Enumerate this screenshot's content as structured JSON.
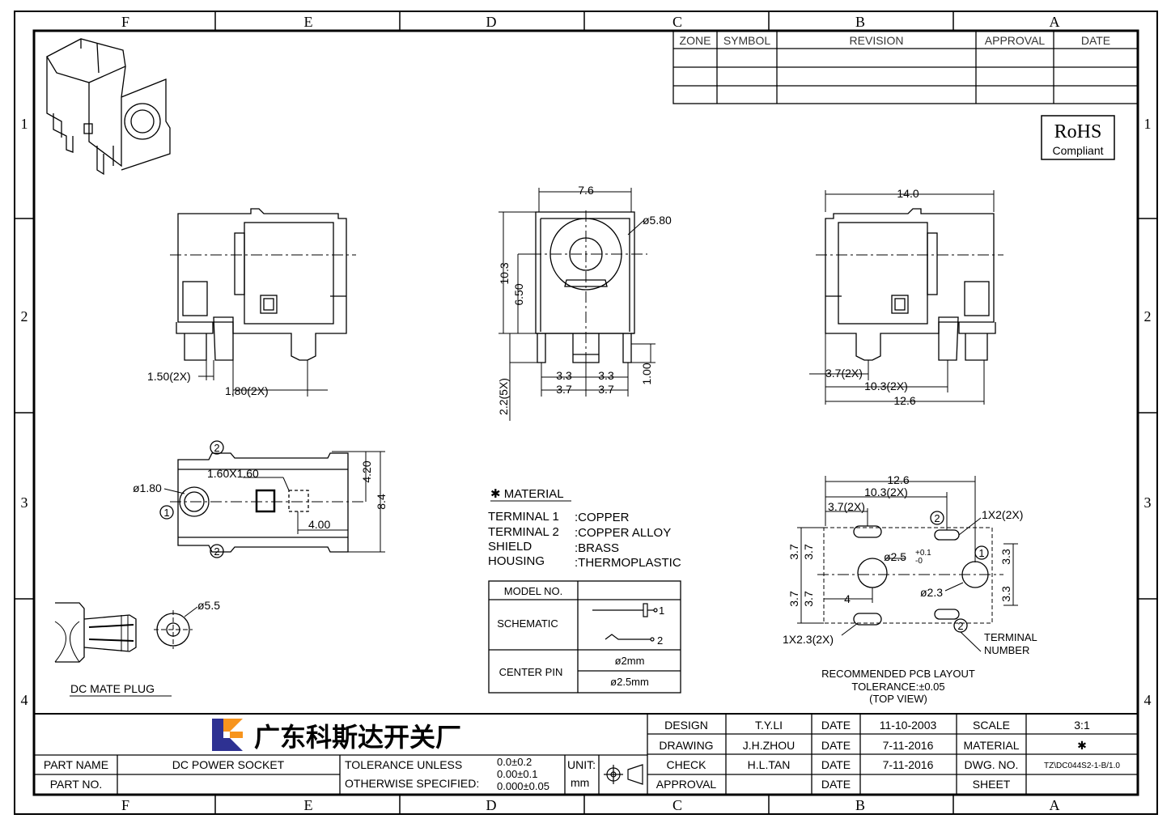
{
  "zones": {
    "cols": [
      "F",
      "E",
      "D",
      "C",
      "B",
      "A"
    ],
    "rows": [
      "1",
      "2",
      "3",
      "4"
    ]
  },
  "revision_table": {
    "headers": [
      "ZONE",
      "SYMBOL",
      "REVISION",
      "APPROVAL",
      "DATE"
    ]
  },
  "rohs": {
    "line1": "RoHS",
    "line2": "Compliant"
  },
  "views": {
    "side_left": {
      "d1": "1.50(2X)",
      "d2": "1.80(2X)"
    },
    "front": {
      "width": "7.6",
      "hole": "ø5.80",
      "height": "10.3",
      "center": "6.50",
      "pitch_a": "3.3",
      "pitch_b": "3.3",
      "span_a": "3.7",
      "span_b": "3.7",
      "pin_len": "1.00",
      "pin_depth": "2.2(5X)"
    },
    "side_right": {
      "length": "14.0",
      "d1": "3.7(2X)",
      "d2": "10.3(2X)",
      "d3": "12.6"
    },
    "bottom": {
      "pin": "ø1.80",
      "square": "1.60X1.60",
      "offset": "4.00",
      "half": "4.20",
      "full": "8.4",
      "tag1": "1",
      "tag2": "2"
    }
  },
  "material": {
    "title": "✱ MATERIAL",
    "rows": [
      {
        "part": "TERMINAL 1",
        "value": ":COPPER"
      },
      {
        "part": "TERMINAL 2",
        "value": ":COPPER ALLOY"
      },
      {
        "part": "SHIELD",
        "value": ":BRASS"
      },
      {
        "part": "HOUSING",
        "value": ":THERMOPLASTIC"
      }
    ]
  },
  "model_table": {
    "model_no": "MODEL NO.",
    "schematic": "SCHEMATIC",
    "center_pin": "CENTER PIN",
    "pin1": "ø2mm",
    "pin2": "ø2.5mm",
    "sch1": "1",
    "sch2": "2"
  },
  "mate_plug": {
    "label": "DC MATE PLUG",
    "dia": "ø5.5"
  },
  "pcb_layout": {
    "d1": "12.6",
    "d2": "10.3(2X)",
    "d3": "3.7(2X)",
    "slot1": "1X2(2X)",
    "slot2": "1X2.3(2X)",
    "hole1": "ø2.5",
    "tol_plus": "+0.1",
    "tol_minus": "-0",
    "hole2": "ø2.3",
    "v1": "3.7",
    "v2": "3.7",
    "v3": "3.3",
    "v4": "3.3",
    "h": "4",
    "terminal_line1": "TERMINAL",
    "terminal_line2": "NUMBER",
    "cap1": "RECOMMENDED PCB LAYOUT",
    "cap2": "TOLERANCE:±0.05",
    "cap3": "(TOP VIEW)"
  },
  "title_block": {
    "company": "广东科斯达开关厂",
    "part_name_label": "PART NAME",
    "part_name": "DC POWER SOCKET",
    "part_no_label": "PART NO.",
    "tol_label1": "TOLERANCE UNLESS",
    "tol_label2": "OTHERWISE SPECIFIED:",
    "tol1": "0.0±0.2",
    "tol2": "0.00±0.1",
    "tol3": "0.000±0.05",
    "unit_label": "UNIT:",
    "unit": "mm",
    "design_label": "DESIGN",
    "design": "T.Y.LI",
    "date_label": "DATE",
    "design_date": "11-10-2003",
    "scale_label": "SCALE",
    "scale": "3:1",
    "drawing_label": "DRAWING",
    "drawing": "J.H.ZHOU",
    "drawing_date": "7-11-2016",
    "material_label": "MATERIAL",
    "material": "✱",
    "check_label": "CHECK",
    "check": "H.L.TAN",
    "check_date": "7-11-2016",
    "dwg_label": "DWG. NO.",
    "dwg": "TZ\\DC044S2-1-B/1.0",
    "approval_label": "APPROVAL",
    "sheet_label": "SHEET"
  }
}
